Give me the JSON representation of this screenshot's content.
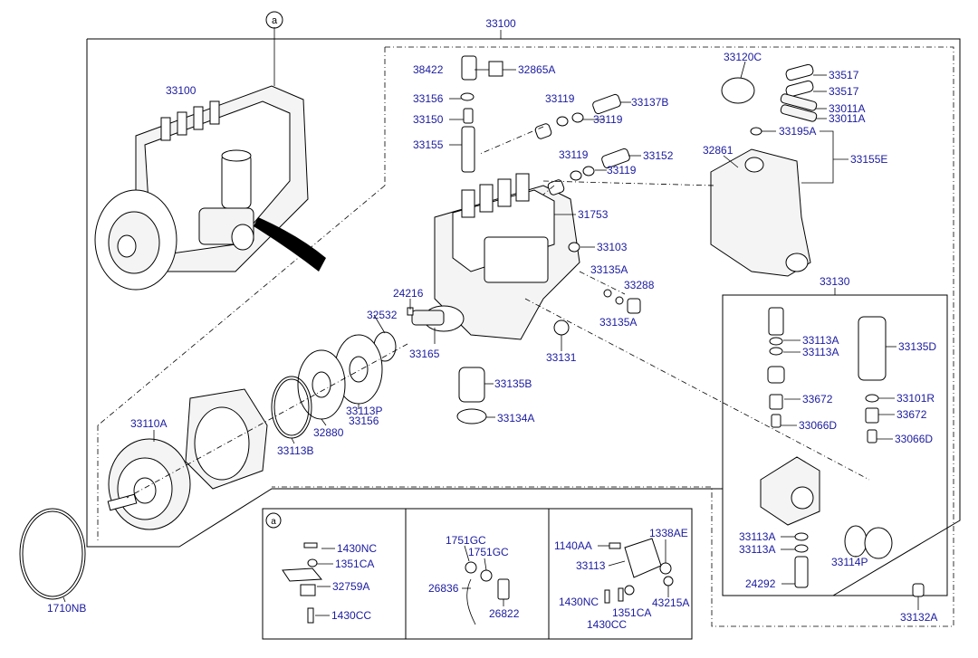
{
  "labels": {
    "top_group": "33100",
    "pump_assy": "33100",
    "circle_a": "a",
    "inset_a": "a",
    "l38422": "38422",
    "l32865A": "32865A",
    "l33156": "33156",
    "l33119a": "33119",
    "l33137B": "33137B",
    "l33150": "33150",
    "l33119b": "33119",
    "l33155": "33155",
    "l33119c": "33119",
    "l33152": "33152",
    "l33119d": "33119",
    "l31753": "31753",
    "l33103": "33103",
    "l33135A_1": "33135A",
    "l33288": "33288",
    "l33135A_2": "33135A",
    "l24216": "24216",
    "l32532": "32532",
    "l33165": "33165",
    "l33131": "33131",
    "l33135B": "33135B",
    "l33134A": "33134A",
    "l33113P": "33113P",
    "l33156b": "33156",
    "l32880": "32880",
    "l33113B": "33113B",
    "l33110A": "33110A",
    "l1710NB": "1710NB",
    "l33120C": "33120C",
    "l33517a": "33517",
    "l33517b": "33517",
    "l33011Aa": "33011A",
    "l33011Ab": "33011A",
    "l33195A": "33195A",
    "l32861": "32861",
    "l33155E": "33155E",
    "l33130": "33130",
    "l33113Aa": "33113A",
    "l33113Ab": "33113A",
    "l33135D": "33135D",
    "l33672a": "33672",
    "l33101R": "33101R",
    "l33066Da": "33066D",
    "l33672b": "33672",
    "l33066Db": "33066D",
    "l33113Ac": "33113A",
    "l33113Ad": "33113A",
    "l33114P": "33114P",
    "l24292": "24292",
    "l33132A": "33132A",
    "l1430NC": "1430NC",
    "l1351CA": "1351CA",
    "l32759A": "32759A",
    "l1430CC": "1430CC",
    "l1751GC_1": "1751GC",
    "l1751GC_2": "1751GC",
    "l26836": "26836",
    "l26822": "26822",
    "l1140AA": "1140AA",
    "l1338AE": "1338AE",
    "l33113": "33113",
    "l1430NC_b": "1430NC",
    "l1351CA_b": "1351CA",
    "l1430CC_b": "1430CC",
    "l43215A": "43215A"
  }
}
